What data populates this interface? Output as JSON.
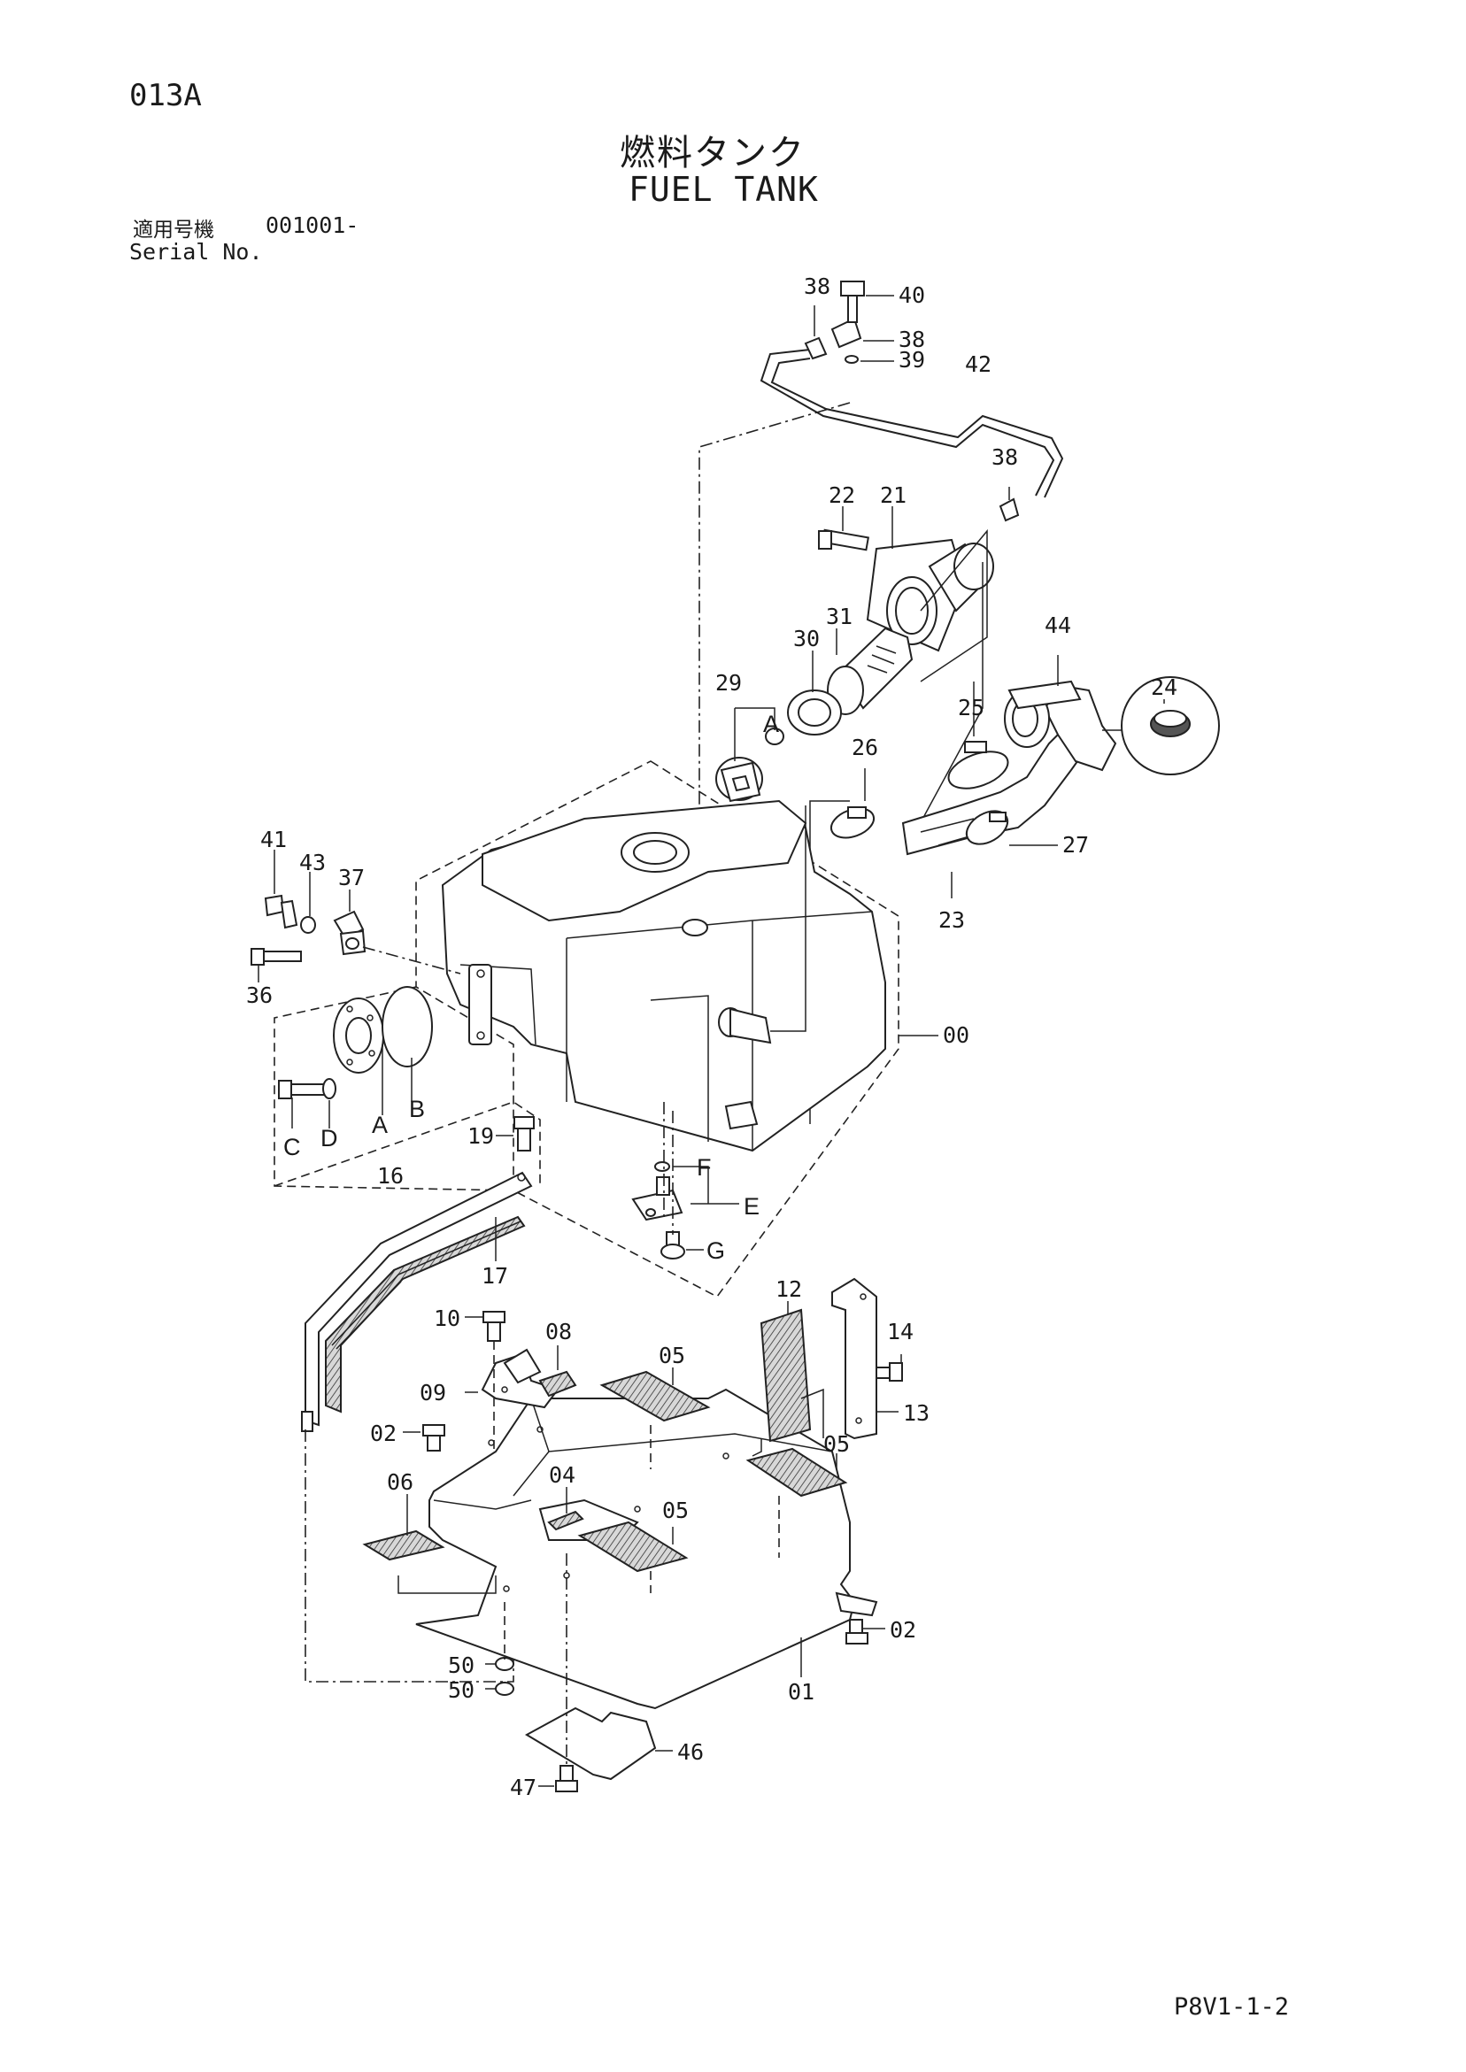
{
  "header": {
    "page_code": "013A",
    "title_jp": "燃料タンク",
    "title_en": "FUEL TANK",
    "serial_label_jp": "適用号機",
    "serial_value": "001001-",
    "serial_label_en": "Serial No."
  },
  "footer": {
    "page_ref": "P8V1-1-2"
  },
  "callouts": {
    "n00": "00",
    "n01": "01",
    "n02a": "02",
    "n02b": "02",
    "n04": "04",
    "n05a": "05",
    "n05b": "05",
    "n05c": "05",
    "n06": "06",
    "n08": "08",
    "n09": "09",
    "n10": "10",
    "n12": "12",
    "n13": "13",
    "n14": "14",
    "n16": "16",
    "n17": "17",
    "n19": "19",
    "n21": "21",
    "n22": "22",
    "n23": "23",
    "n24": "24",
    "n25": "25",
    "n26": "26",
    "n27": "27",
    "n29": "29",
    "n30": "30",
    "n31": "31",
    "n36": "36",
    "n37": "37",
    "n38a": "38",
    "n38b": "38",
    "n38c": "38",
    "n39": "39",
    "n40": "40",
    "n41": "41",
    "n42": "42",
    "n43": "43",
    "n44": "44",
    "n46": "46",
    "n47": "47",
    "n50a": "50",
    "n50b": "50",
    "lA1": "A",
    "lA2": "A",
    "lB": "B",
    "lC": "C",
    "lD": "D",
    "lE": "E",
    "lF": "F",
    "lG": "G"
  }
}
